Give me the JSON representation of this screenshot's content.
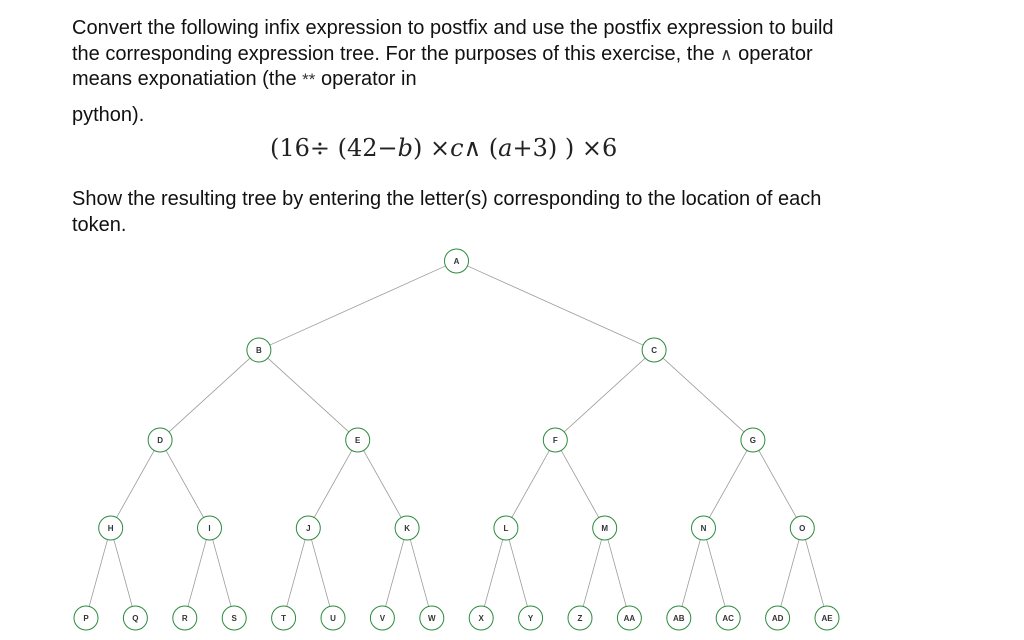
{
  "prompt": {
    "line1": "Convert the following infix expression to postfix and use the postfix expression to build the corresponding expression tree. For the purposes of this exercise, the",
    "caret_symbol": "∧",
    "line1_b": "operator means exponatiation (the",
    "power_symbol": "**",
    "line1_c": "operator in",
    "line2": "python).",
    "instruction": "Show the resulting tree by entering the letter(s) corresponding to the location of each token."
  },
  "expression": {
    "p1": "(16÷ (42−",
    "b": "b",
    "p2": ") ×",
    "c": "c",
    "p3": "∧ (",
    "a": "a",
    "p4": "+3) ) ×6"
  },
  "tree": {
    "nodes": [
      "A",
      "B",
      "C",
      "D",
      "E",
      "F",
      "G",
      "H",
      "I",
      "J",
      "K",
      "L",
      "M",
      "N",
      "O",
      "P",
      "Q",
      "R",
      "S",
      "T",
      "U",
      "V",
      "W",
      "X",
      "Y",
      "Z",
      "AA",
      "AB",
      "AC",
      "AD",
      "AE"
    ],
    "node_stroke": "#2d8a3e",
    "edge_color": "#9a9a9a"
  }
}
